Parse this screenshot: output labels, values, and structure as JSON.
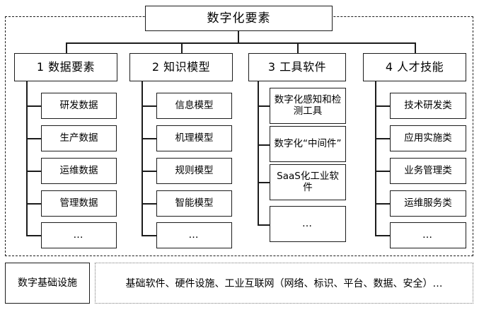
{
  "diagram": {
    "title": "数字化要素",
    "outer_frame": "digital-elements-frame",
    "categories": [
      {
        "id": "data-elements",
        "label": "1 数据要素",
        "items": [
          {
            "label": "研发数据"
          },
          {
            "label": "生产数据"
          },
          {
            "label": "运维数据"
          },
          {
            "label": "管理数据"
          },
          {
            "label": "…"
          }
        ]
      },
      {
        "id": "knowledge-models",
        "label": "2 知识模型",
        "items": [
          {
            "label": "信息模型"
          },
          {
            "label": "机理模型"
          },
          {
            "label": "规则模型"
          },
          {
            "label": "智能模型"
          },
          {
            "label": "…"
          }
        ]
      },
      {
        "id": "tool-software",
        "label": "3 工具软件",
        "items": [
          {
            "label": "数字化感知和检测工具"
          },
          {
            "label": "数字化“中间件”"
          },
          {
            "label": "SaaS化工业软件"
          },
          {
            "label": "…"
          }
        ]
      },
      {
        "id": "talent-skills",
        "label": "4 人才技能",
        "items": [
          {
            "label": "技术研发类"
          },
          {
            "label": "应用实施类"
          },
          {
            "label": "业务管理类"
          },
          {
            "label": "运维服务类"
          },
          {
            "label": "…"
          }
        ]
      }
    ],
    "infrastructure": {
      "label": "数字基础设施",
      "content": "基础软件、硬件设施、工业互联网（网络、标识、平台、数据、安全）…"
    }
  },
  "colors": {
    "stroke": "#1c1c1c",
    "dotted": "#7a7a7a",
    "background": "#ffffff"
  }
}
